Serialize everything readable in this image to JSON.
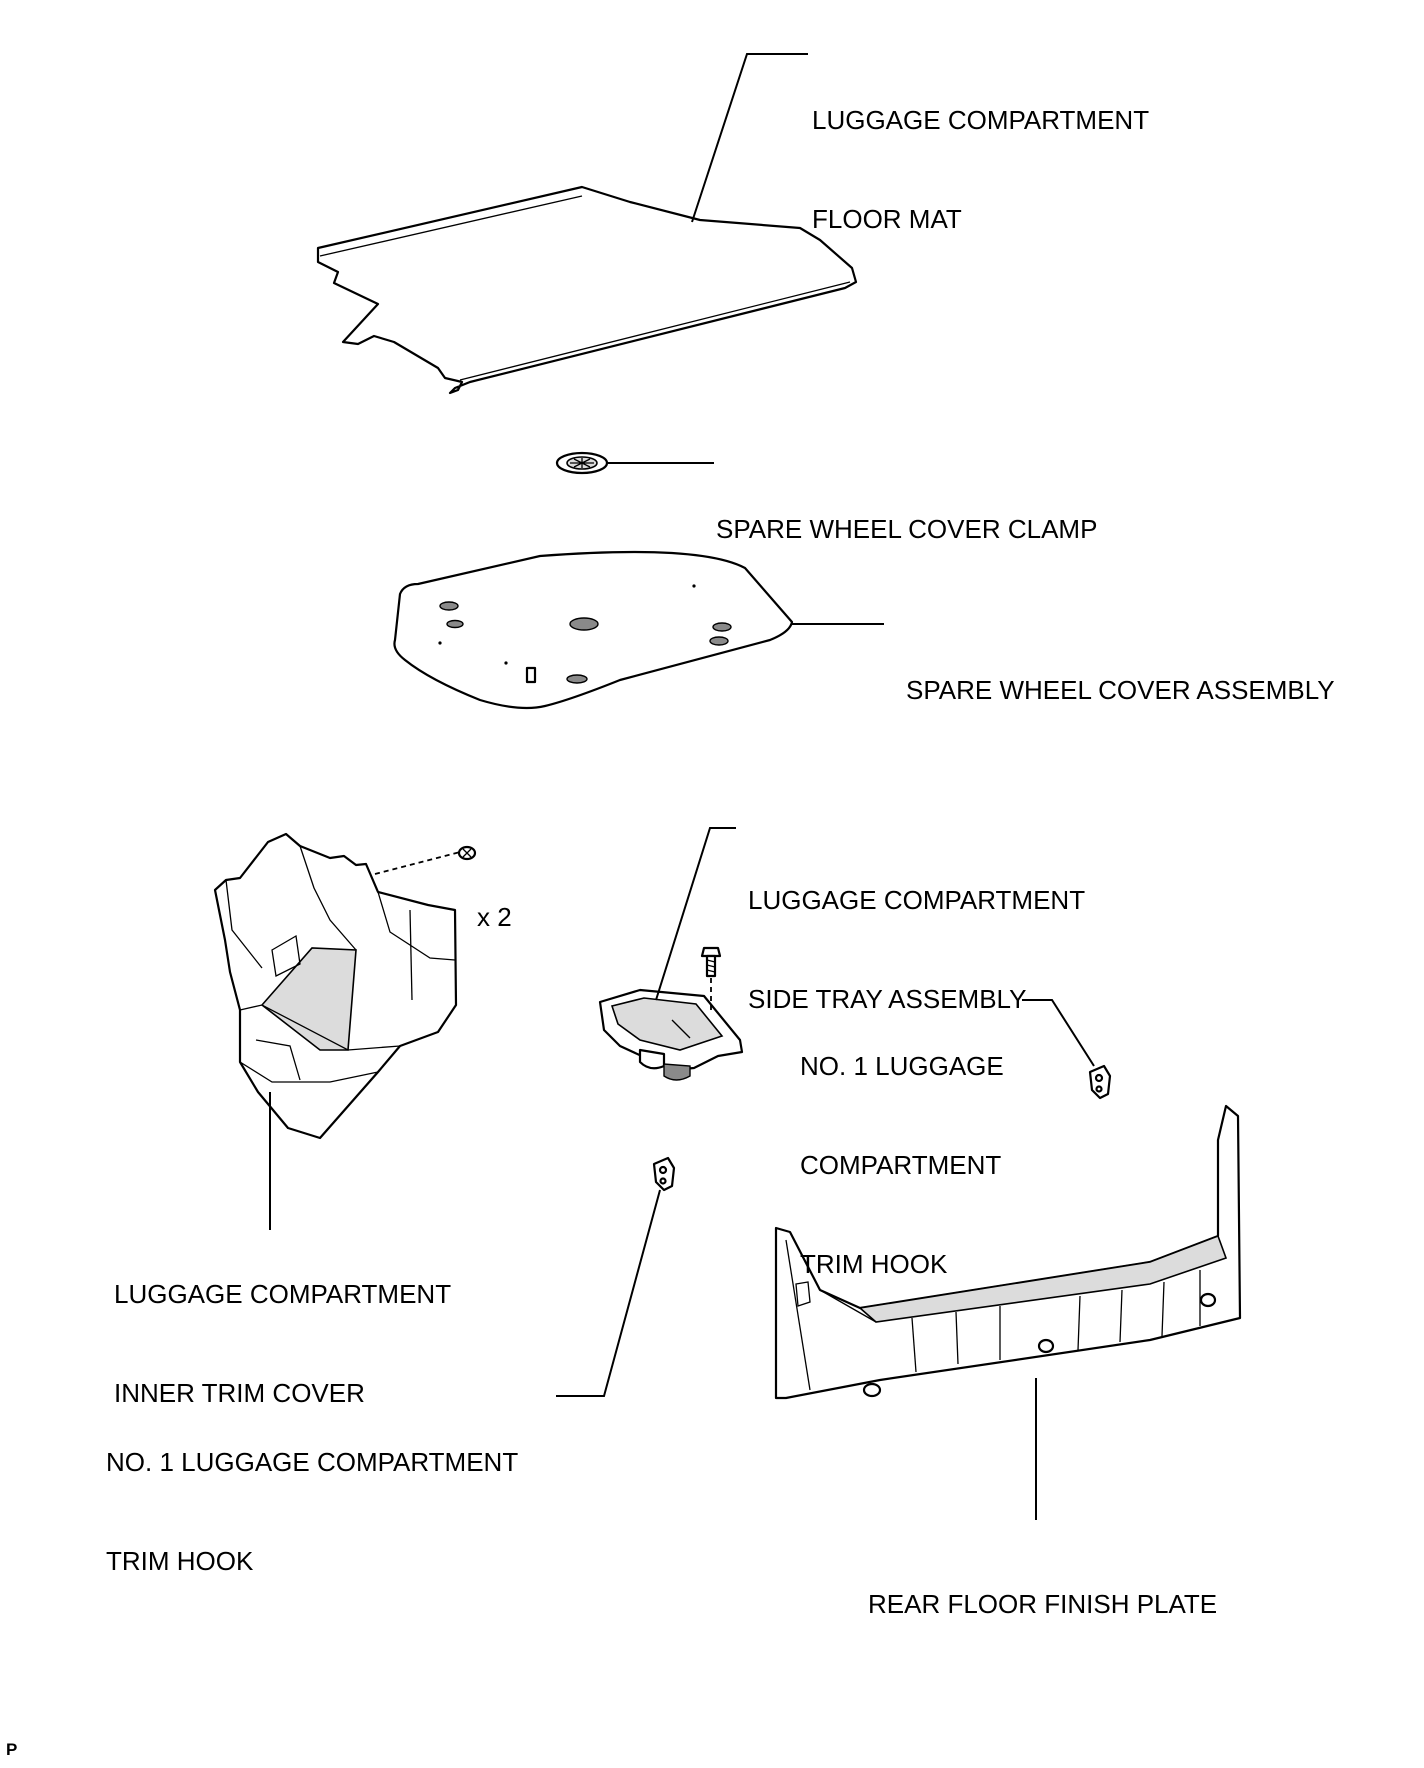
{
  "labels": {
    "floor_mat": [
      "LUGGAGE COMPARTMENT",
      "FLOOR MAT"
    ],
    "cover_clamp": [
      "SPARE WHEEL COVER CLAMP"
    ],
    "cover_assembly": [
      "SPARE WHEEL COVER ASSEMBLY"
    ],
    "side_tray": [
      "LUGGAGE COMPARTMENT",
      "SIDE TRAY ASSEMBLY"
    ],
    "screw_qty": [
      "x 2"
    ],
    "trim_hook_right": [
      "NO. 1 LUGGAGE",
      "COMPARTMENT",
      "TRIM HOOK"
    ],
    "inner_trim_cover": [
      "LUGGAGE COMPARTMENT",
      "INNER TRIM COVER"
    ],
    "trim_hook_left": [
      "NO. 1 LUGGAGE COMPARTMENT",
      "TRIM HOOK"
    ],
    "rear_floor_plate": [
      "REAR FLOOR FINISH PLATE"
    ]
  },
  "corner_mark": "P"
}
